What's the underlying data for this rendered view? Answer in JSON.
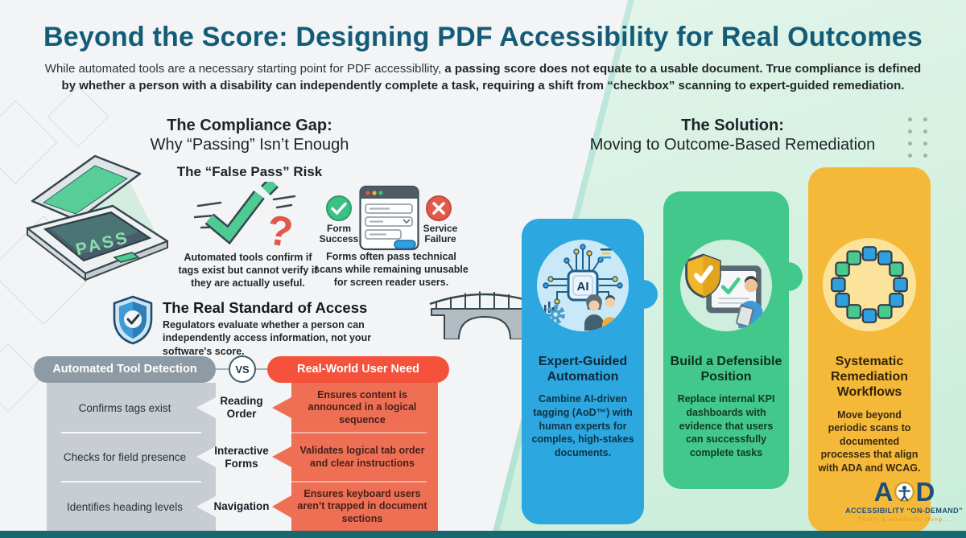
{
  "header": {
    "title": "Beyond the Score: Designing PDF Accessibility for Real Outcomes",
    "subtitle_regular": "While automated tools are a necessary starting point for PDF accessibllity,",
    "subtitle_bold": "a passing score does not equate to a usable document. True compliance is defined by whether a person with a disability can independently complete a task, requiring a shift from “checkbox” scanning to expert-guided remediation."
  },
  "left_section": {
    "heading_line1": "The Compliance Gap:",
    "heading_line2": "Why “Passing” Isn’t Enough",
    "false_pass": {
      "title": "The “False Pass” Risk",
      "scanner_label": "PASS",
      "tools_text": "Automated tools confirm if tags exist but cannot verify if they are actually useful.",
      "form_success_label": "Form Success",
      "service_failure_label": "Service Failure",
      "forms_text": "Forms often pass technical scans while remaining unusable for screen reader users."
    },
    "real_standard": {
      "title": "The Real Standard of Access",
      "text": "Regulators evaluate whether a person can independently access information, not your software's score."
    },
    "comparison": {
      "left_header": "Automated Tool Detection",
      "vs_label": "VS",
      "right_header": "Real-World User Need",
      "rows": [
        {
          "left": "Confirms tags exist",
          "middle": "Reading Order",
          "right": "Ensures content is announced in a logical sequence"
        },
        {
          "left": "Checks for field presence",
          "middle": "Interactive Forms",
          "right": "Validates logical tab order and clear instructions"
        },
        {
          "left": "Identifies heading levels",
          "middle": "Navigation",
          "right": "Ensures keyboard users aren’t trapped in document sections"
        }
      ]
    }
  },
  "right_section": {
    "heading_line1": "The Solution:",
    "heading_line2": "Moving to Outcome-Based Remediation",
    "ai_chip_label": "AI",
    "cards": [
      {
        "title": "Expert-Guided Automation",
        "text": "Cambine AI-driven tagging (AoD™) with human experts for comples, high-stakes documents.",
        "accent": "#2ca7e0"
      },
      {
        "title": "Build a Defensible Position",
        "text": "Replace internal KPI dashboards with evidence that users can successfully complete tasks",
        "accent": "#42c88a"
      },
      {
        "title": "Systematic Remediation Workflows",
        "text": "Move beyond periodic scans to documented processes that align with ADA and WCAG.",
        "accent": "#f5b93a"
      }
    ]
  },
  "footer": {
    "logo_letter_a": "A",
    "logo_letter_d": "D",
    "logo_line1": "ACCESSIBILITY “ON-DEMAND”",
    "logo_tagline": "That's a wonderful thing..."
  },
  "colors": {
    "title": "#135c77",
    "blue_card": "#2ca7e0",
    "green_card": "#42c88a",
    "yellow_card": "#f5b93a",
    "gray_header": "#8f9ba4",
    "red_header": "#f4523b",
    "gray_column": "#c7cdd3",
    "red_column": "#ef6f55",
    "footer_bar": "#17686f",
    "logo_navy": "#1f4e79",
    "logo_gold": "#d89a1f"
  }
}
